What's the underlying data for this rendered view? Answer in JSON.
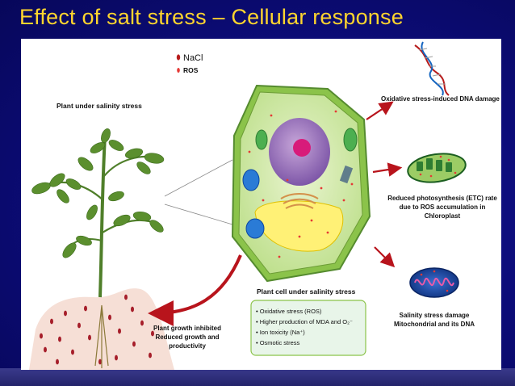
{
  "slide": {
    "title": "Effect of salt stress – Cellular response",
    "colors": {
      "background": "#0b0b6e",
      "title": "#ffd52e",
      "arrow": "#b8141c",
      "cell_wall": "#7cb342",
      "nacl": "#b71c1c",
      "ros": "#e53935"
    }
  },
  "diagram": {
    "legend": {
      "nacl": "NaCl",
      "ros": "ROS"
    },
    "plant_label": "Plant under salinity stress",
    "cell_label": "Plant cell under salinity stress",
    "growth_label": [
      "Plant growth inhibited",
      "Reduced growth and",
      "productivity"
    ],
    "dna_label": "Oxidative stress-induced DNA damage",
    "chloroplast_label": [
      "Reduced photosynthesis (ETC) rate",
      "due to ROS accumulation in",
      "Chloroplast"
    ],
    "mito_label": [
      "Salinity stress damage",
      "Mitochondrial and its DNA"
    ],
    "effects": [
      "Oxidative stress (ROS)",
      "Higher production of MDA and O₂⁻",
      "Ion toxicity (Na⁺)",
      "Osmotic stress"
    ]
  }
}
